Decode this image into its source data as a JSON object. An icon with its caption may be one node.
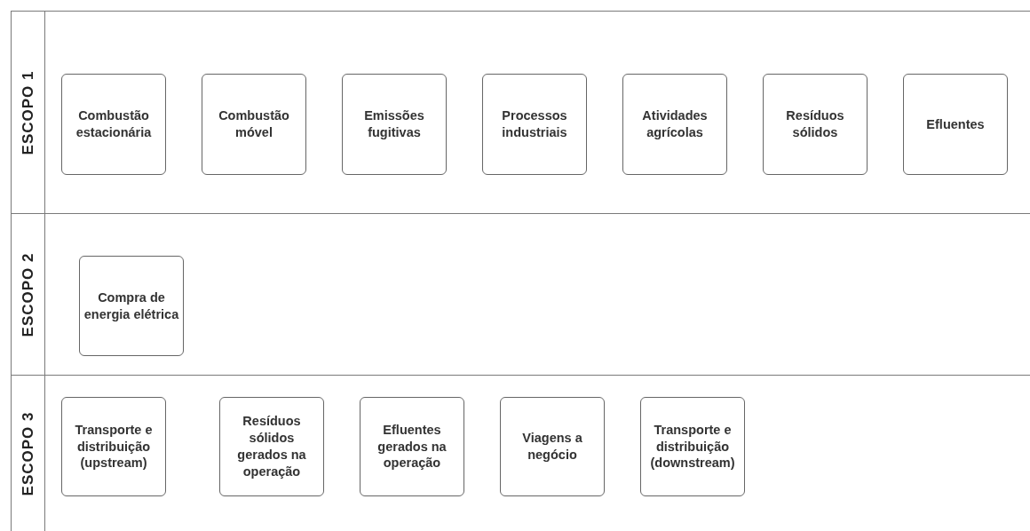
{
  "diagram": {
    "nodes": [
      {
        "text": [
          "ESCOPO 1"
        ]
      },
      {
        "text": [
          "Combustão estacionária"
        ],
        "in": 0
      },
      {
        "text": [
          "Combustão móvel"
        ],
        "in": 0
      },
      {
        "text": [
          "Emissões fugitivas"
        ],
        "in": 0
      },
      {
        "text": [
          "Processos industriais"
        ],
        "in": 0
      },
      {
        "text": [
          "Atividades agrícolas"
        ],
        "in": 0
      },
      {
        "text": [
          "Resíduos sólidos"
        ],
        "in": 0
      },
      {
        "text": [
          "Efluentes"
        ],
        "in": 0
      },
      {
        "text": [
          "ESCOPO 2"
        ]
      },
      {
        "text": [
          "Compra de energia elétrica"
        ],
        "in": 8
      },
      {
        "text": [
          "ESCOPO 3"
        ]
      },
      {
        "text": [
          "Transporte e distribuição (upstream)"
        ],
        "in": 10
      },
      {
        "text": [
          "Resíduos sólidos gerados na operação"
        ],
        "in": 10
      },
      {
        "text": [
          "Efluentes gerados na operação"
        ],
        "in": 10
      },
      {
        "text": [
          "Viagens a negócio"
        ],
        "in": 10
      },
      {
        "text": [
          "Transporte e distribuição (downstream)"
        ],
        "in": 10
      }
    ]
  }
}
